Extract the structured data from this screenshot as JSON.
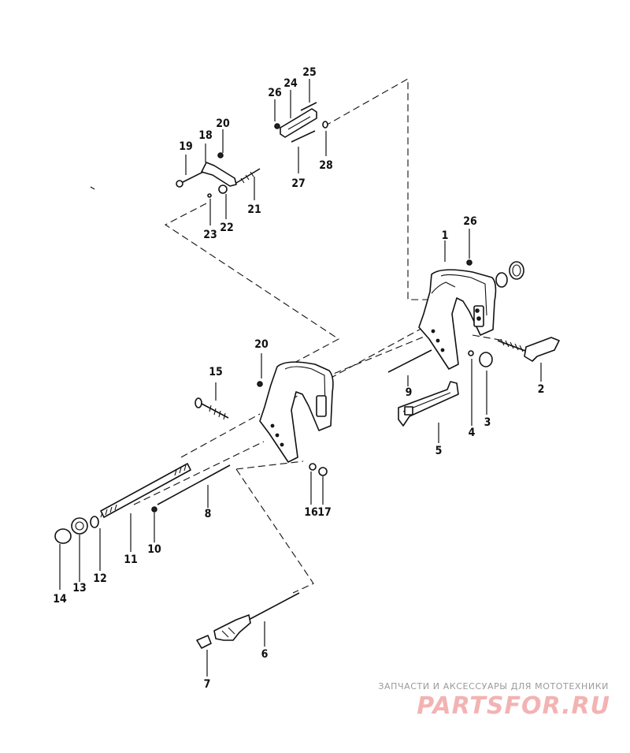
{
  "callouts": [
    {
      "num": "1"
    },
    {
      "num": "2"
    },
    {
      "num": "3"
    },
    {
      "num": "4"
    },
    {
      "num": "5"
    },
    {
      "num": "6"
    },
    {
      "num": "7"
    },
    {
      "num": "8"
    },
    {
      "num": "9"
    },
    {
      "num": "10"
    },
    {
      "num": "11"
    },
    {
      "num": "12"
    },
    {
      "num": "13"
    },
    {
      "num": "14"
    },
    {
      "num": "15"
    },
    {
      "num": "16"
    },
    {
      "num": "17"
    },
    {
      "num": "18"
    },
    {
      "num": "19"
    },
    {
      "num": "20"
    },
    {
      "num": "20"
    },
    {
      "num": "21"
    },
    {
      "num": "22"
    },
    {
      "num": "23"
    },
    {
      "num": "24"
    },
    {
      "num": "25"
    },
    {
      "num": "26"
    },
    {
      "num": "26"
    },
    {
      "num": "27"
    },
    {
      "num": "28"
    }
  ],
  "watermark": {
    "tagline": "ЗАПЧАСТИ И АКСЕССУАРЫ ДЛЯ МОТОТЕХНИКИ",
    "brand": "PARTSFOR.RU"
  },
  "colors": {
    "line": "#111111",
    "watermark_text": "#9a9a9a",
    "watermark_brand": "#f3b3b3"
  }
}
